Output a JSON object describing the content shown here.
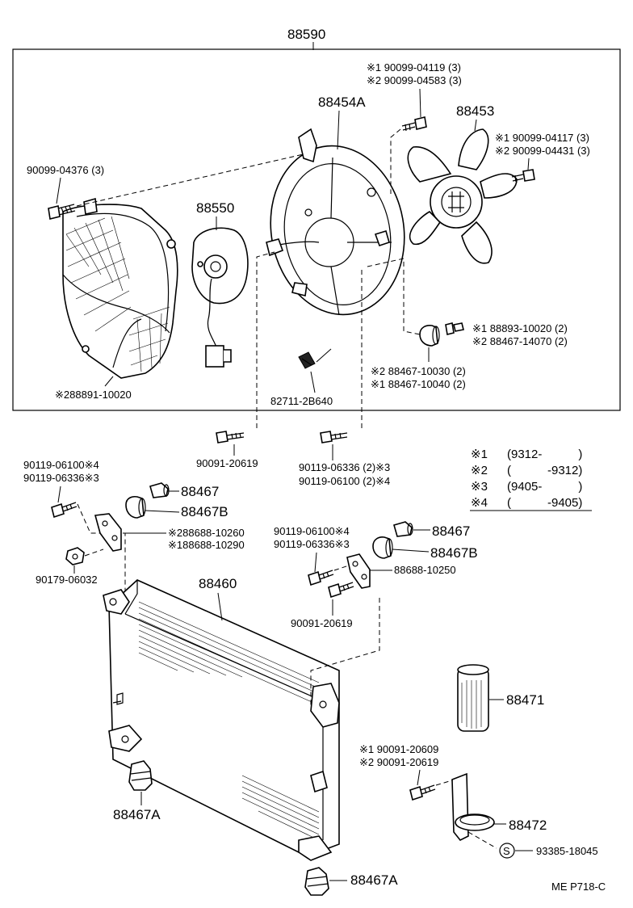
{
  "diagram": {
    "assembly_number": "88590",
    "footer_code": "ME P718-C",
    "labels": {
      "shroud_bolt": "90099-04376 (3)",
      "shroud_part": "※288891-10020",
      "motor": "88550",
      "motor_plate": "88454A",
      "fan": "88453",
      "motor_screw_1": "※1 90099-04119 (3)",
      "motor_screw_2": "※2 90099-04583 (3)",
      "fan_screw_1": "※1 90099-04117 (3)",
      "fan_screw_2": "※2 90099-04431 (3)",
      "right_collar_1": "※1 88893-10020 (2)",
      "right_collar_2": "※2 88467-14070 (2)",
      "cushion_2": "※2 88467-10030 (2)",
      "cushion_1": "※1 88467-10040 (2)",
      "clip": "82711-2B640",
      "bolt_center": "90091-20619",
      "bolt_right_1": "90119-06336 (2)※3",
      "bolt_right_2": "90119-06100 (2)※4",
      "left_bolt_1": "90119-06100※4",
      "left_bolt_2": "90119-06336※3",
      "collar_left": "88467",
      "cushion_left": "88467B",
      "bracket_left_2": "※288688-10260",
      "bracket_left_1": "※188688-10290",
      "nut_left": "90179-06032",
      "condenser": "88460",
      "mid_bolt_1": "90119-06100※4",
      "mid_bolt_2": "90119-06336※3",
      "collar_mid": "88467",
      "cushion_mid": "88467B",
      "bracket_mid": "88688-10250",
      "bolt_mid": "90091-20619",
      "receiver": "88471",
      "rec_bolt_1": "※1 90091-20609",
      "rec_bolt_2": "※2 90091-20619",
      "receiver_bracket": "88472",
      "screw_s": "93385-18045",
      "screw_s_symbol": "S",
      "foot_left": "88467A",
      "foot_bottom": "88467A"
    },
    "legend": [
      {
        "mark": "※1",
        "range": "(9312‐   )"
      },
      {
        "mark": "※2",
        "range": "(   ‐9312)"
      },
      {
        "mark": "※3",
        "range": "(9405‐   )"
      },
      {
        "mark": "※4",
        "range": "(   ‐9405)"
      }
    ]
  }
}
